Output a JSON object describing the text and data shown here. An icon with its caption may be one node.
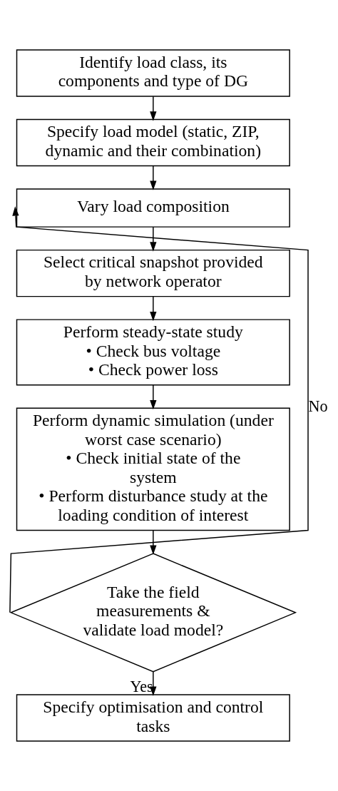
{
  "diagram": {
    "nodes": [
      {
        "text": [
          "Identify load class, its components and type of DG"
        ]
      },
      {
        "text": [
          "Specify load model (static, ZIP, dynamic and their combination)"
        ]
      },
      {
        "text": [
          "Vary load composition"
        ]
      },
      {
        "text": [
          "Select critical snapshot provided by network operator"
        ]
      },
      {
        "text": [
          "Perform steady-state study",
          "• Check bus voltage",
          "• Check power loss"
        ]
      },
      {
        "text": [
          "Perform dynamic simulation (under worst case scenario)",
          "• Check initial state of the system",
          "• Perform disturbance study at the loading condition of interest"
        ]
      },
      {
        "text": [
          "Take the field measurements & validate load model?"
        ]
      },
      {
        "text": [
          "Specify optimisation and control tasks"
        ]
      }
    ],
    "edges": [
      {
        "from": 0,
        "to": 1,
        "arrow": "to"
      },
      {
        "from": 1,
        "to": 2,
        "arrow": "to"
      },
      {
        "from": 2,
        "to": 3,
        "arrow": "to"
      },
      {
        "from": 3,
        "to": 4,
        "arrow": "to"
      },
      {
        "from": 4,
        "to": 5,
        "arrow": "to"
      },
      {
        "from": 5,
        "to": 6,
        "arrow": "to"
      },
      {
        "from": 6,
        "to": 7,
        "label": "Yes",
        "arrow": "to"
      },
      {
        "from": 6,
        "to": 2,
        "label": "No",
        "arrow": "to"
      }
    ]
  }
}
